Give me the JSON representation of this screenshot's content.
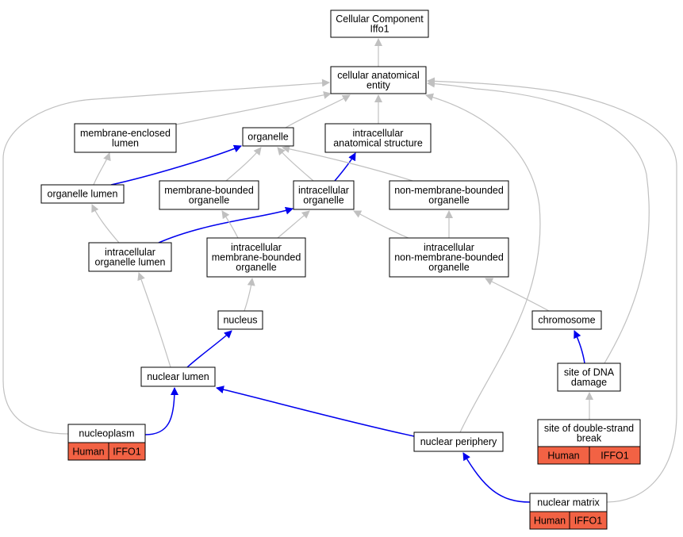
{
  "colors": {
    "edge_is_a": "#c0c0c0",
    "edge_part_of": "#0000ee",
    "annotation_fill": "#f26244",
    "node_border": "#000000"
  },
  "nodes": {
    "root": {
      "lines": [
        "Cellular Component",
        "Iffo1"
      ]
    },
    "cae": {
      "lines": [
        "cellular anatomical",
        "entity"
      ]
    },
    "mel": {
      "lines": [
        "membrane-enclosed",
        "lumen"
      ]
    },
    "org": {
      "lines": [
        "organelle"
      ]
    },
    "ias": {
      "lines": [
        "intracellular",
        "anatomical structure"
      ]
    },
    "ol": {
      "lines": [
        "organelle lumen"
      ]
    },
    "mbo": {
      "lines": [
        "membrane-bounded",
        "organelle"
      ]
    },
    "io": {
      "lines": [
        "intracellular",
        "organelle"
      ]
    },
    "nmbo": {
      "lines": [
        "non-membrane-bounded",
        "organelle"
      ]
    },
    "iol": {
      "lines": [
        "intracellular",
        "organelle lumen"
      ]
    },
    "imbo": {
      "lines": [
        "intracellular",
        "membrane-bounded",
        "organelle"
      ]
    },
    "inmbo": {
      "lines": [
        "intracellular",
        "non-membrane-bounded",
        "organelle"
      ]
    },
    "nuc": {
      "lines": [
        "nucleus"
      ]
    },
    "chr": {
      "lines": [
        "chromosome"
      ]
    },
    "nl": {
      "lines": [
        "nuclear lumen"
      ]
    },
    "sdd": {
      "lines": [
        "site of DNA",
        "damage"
      ]
    },
    "np": {
      "lines": [
        "nucleoplasm"
      ],
      "annotation": [
        "Human",
        "IFFO1"
      ]
    },
    "nper": {
      "lines": [
        "nuclear periphery"
      ]
    },
    "sdsb": {
      "lines": [
        "site of double-strand",
        "break"
      ],
      "annotation": [
        "Human",
        "IFFO1"
      ]
    },
    "nm": {
      "lines": [
        "nuclear matrix"
      ],
      "annotation": [
        "Human",
        "IFFO1"
      ]
    }
  },
  "edges": [
    {
      "from": "cae",
      "to": "root",
      "type": "is_a"
    },
    {
      "from": "mel",
      "to": "cae",
      "type": "is_a"
    },
    {
      "from": "org",
      "to": "cae",
      "type": "is_a"
    },
    {
      "from": "ias",
      "to": "cae",
      "type": "is_a"
    },
    {
      "from": "np",
      "to": "cae",
      "type": "is_a"
    },
    {
      "from": "nper",
      "to": "cae",
      "type": "is_a"
    },
    {
      "from": "nm",
      "to": "cae",
      "type": "is_a"
    },
    {
      "from": "sdd",
      "to": "cae",
      "type": "is_a"
    },
    {
      "from": "ol",
      "to": "mel",
      "type": "is_a"
    },
    {
      "from": "ol",
      "to": "org",
      "type": "part_of"
    },
    {
      "from": "mbo",
      "to": "org",
      "type": "is_a"
    },
    {
      "from": "io",
      "to": "org",
      "type": "is_a"
    },
    {
      "from": "io",
      "to": "ias",
      "type": "part_of"
    },
    {
      "from": "nmbo",
      "to": "org",
      "type": "is_a"
    },
    {
      "from": "iol",
      "to": "ol",
      "type": "is_a"
    },
    {
      "from": "iol",
      "to": "io",
      "type": "part_of"
    },
    {
      "from": "imbo",
      "to": "mbo",
      "type": "is_a"
    },
    {
      "from": "imbo",
      "to": "io",
      "type": "is_a"
    },
    {
      "from": "inmbo",
      "to": "io",
      "type": "is_a"
    },
    {
      "from": "inmbo",
      "to": "nmbo",
      "type": "is_a"
    },
    {
      "from": "nuc",
      "to": "imbo",
      "type": "is_a"
    },
    {
      "from": "nl",
      "to": "nuc",
      "type": "part_of"
    },
    {
      "from": "nl",
      "to": "iol",
      "type": "is_a"
    },
    {
      "from": "chr",
      "to": "inmbo",
      "type": "is_a"
    },
    {
      "from": "sdd",
      "to": "chr",
      "type": "part_of"
    },
    {
      "from": "np",
      "to": "nl",
      "type": "part_of"
    },
    {
      "from": "nper",
      "to": "nl",
      "type": "part_of"
    },
    {
      "from": "sdsb",
      "to": "sdd",
      "type": "is_a"
    },
    {
      "from": "nm",
      "to": "nper",
      "type": "part_of"
    }
  ]
}
